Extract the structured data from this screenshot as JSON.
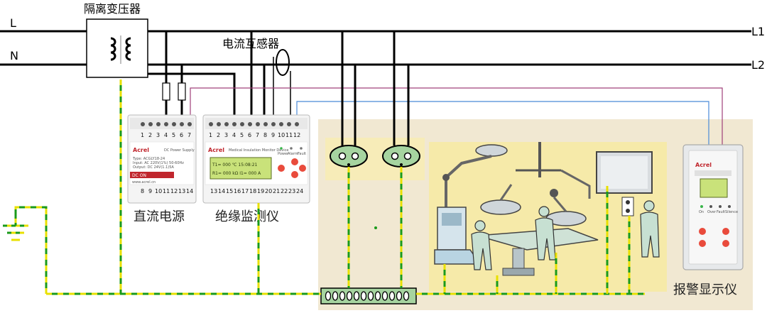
{
  "bus": {
    "left_l": "L",
    "left_n": "N",
    "right_l1": "L1",
    "right_l2": "L2"
  },
  "labels": {
    "transformer": "隔离变压器",
    "ct": "电流互感器",
    "dc_supply": "直流电源",
    "monitor": "绝缘监测仪",
    "alarm_display": "报警显示仪"
  },
  "dc_supply_panel": {
    "brand": "Acrel",
    "model_title": "DC Power Supply",
    "spec_lines": [
      "Type: ACGLY18-24",
      "Input: AC 220V(1%) 50-60Hz",
      "Output: DC 24V(1.1)5A"
    ],
    "status": "DC ON",
    "website": "www.acrel.cn",
    "top_terminals": [
      "1",
      "2",
      "3",
      "4",
      "5",
      "6",
      "7"
    ],
    "bottom_terminals": [
      "8",
      "9",
      "10",
      "11",
      "12",
      "13",
      "14"
    ]
  },
  "monitor_panel": {
    "brand": "Acrel",
    "model_title": "Medical Insulation Monitor Device",
    "indicators": [
      "Power",
      "Alarm",
      "Fault"
    ],
    "lcd_line1": "T1= 000 ℃  15:08:21",
    "lcd_line2": "R1= 000 kΩ  I1= 000 A",
    "top_terminals": [
      "1",
      "2",
      "3",
      "4",
      "5",
      "6",
      "7",
      "8",
      "9",
      "10",
      "11",
      "12"
    ],
    "bottom_terminals": [
      "13",
      "14",
      "15",
      "16",
      "17",
      "18",
      "19",
      "20",
      "21",
      "22",
      "23",
      "24"
    ]
  },
  "alarm_panel": {
    "brand": "Acrel",
    "indicators": [
      "On",
      "Over",
      "Fault",
      "Silence"
    ]
  },
  "colors": {
    "wire": "#000000",
    "pe_yellow": "#e8e000",
    "pe_green": "#1a9a1a",
    "signal_blue": "#4a8ad8",
    "signal_purple": "#a0407a",
    "room_bg": "#f1e8d2",
    "scene_bg": "#f6eaa9",
    "socket_green": "#a6d4a0"
  }
}
